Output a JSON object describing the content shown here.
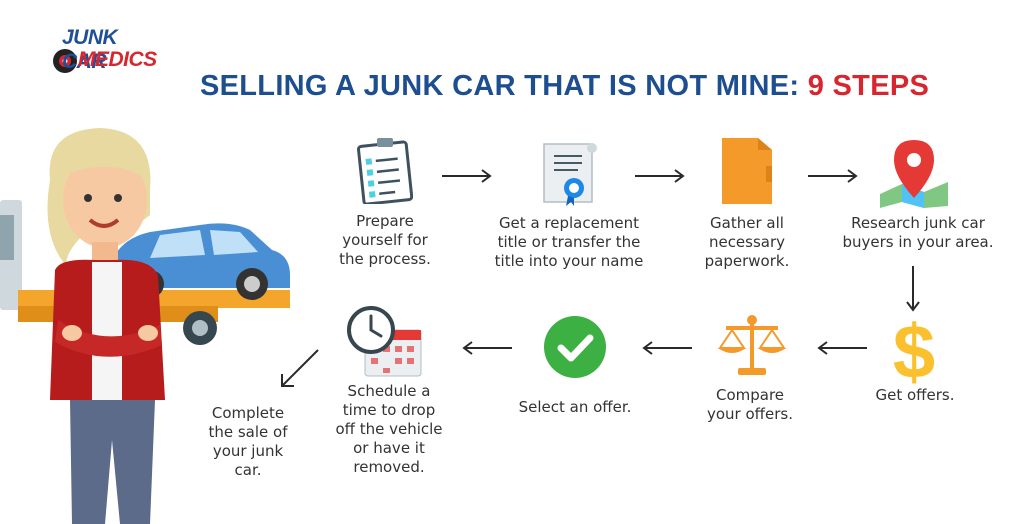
{
  "logo": {
    "line1": "JUNK CAR",
    "line2": "MEDICS"
  },
  "title": {
    "main": "SELLING A JUNK CAR THAT IS NOT MINE:",
    "highlight": "9 STEPS"
  },
  "steps": [
    {
      "lines": [
        "Prepare",
        "yourself for",
        "the process."
      ],
      "icon": "clipboard-checklist-icon"
    },
    {
      "lines": [
        "Get a replacement",
        "title or transfer the",
        "title into your name"
      ],
      "icon": "certificate-icon"
    },
    {
      "lines": [
        "Gather all",
        "necessary",
        "paperwork."
      ],
      "icon": "folder-icon"
    },
    {
      "lines": [
        "Research junk car",
        "buyers in your area."
      ],
      "icon": "map-pin-icon"
    },
    {
      "lines": [
        "Get offers."
      ],
      "icon": "dollar-sign-icon"
    },
    {
      "lines": [
        "Compare",
        "your offers."
      ],
      "icon": "balance-scale-icon"
    },
    {
      "lines": [
        "Select an offer."
      ],
      "icon": "check-circle-icon"
    },
    {
      "lines": [
        "Schedule a",
        "time to drop",
        "off the vehicle",
        "or have it",
        "removed."
      ],
      "icon": "clock-calendar-icon"
    },
    {
      "lines": [
        "Complete",
        "the sale of",
        "your junk",
        "car."
      ],
      "icon": "none"
    }
  ],
  "colors": {
    "title_blue": "#1d4e8f",
    "accent_red": "#d8262e",
    "icon_orange": "#f39a2b",
    "check_green": "#3cb043",
    "pin_red": "#e53935"
  }
}
